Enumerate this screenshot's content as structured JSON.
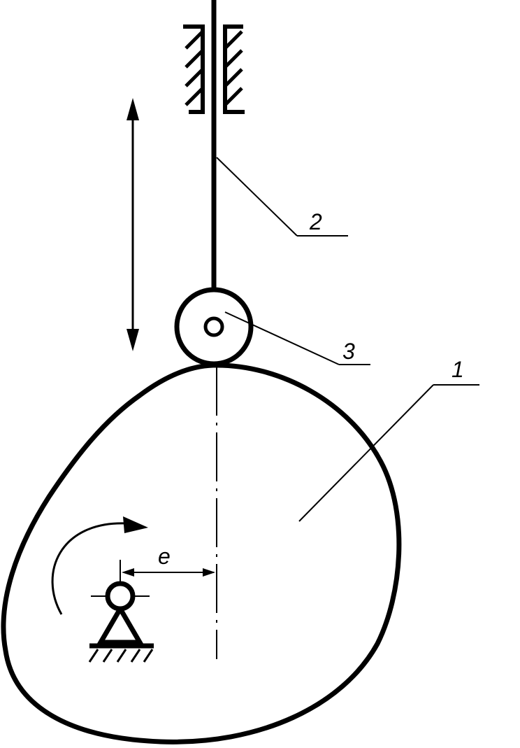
{
  "labels": {
    "cam": "1",
    "follower": "2",
    "roller": "3",
    "eccentricity": "e"
  },
  "colors": {
    "stroke": "#000000",
    "background": "#ffffff"
  }
}
